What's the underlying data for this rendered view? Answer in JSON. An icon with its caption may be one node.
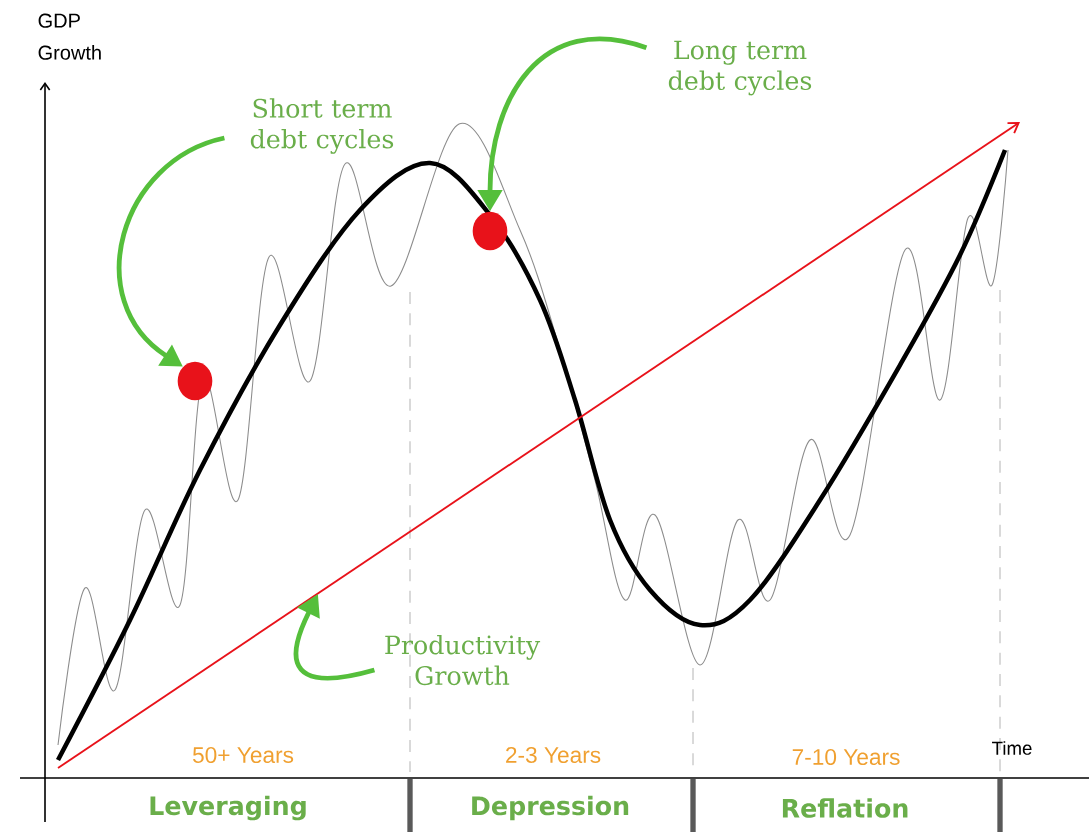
{
  "diagram": {
    "nodes": [
      {
        "text": [
          "Short term debt cycles"
        ]
      },
      {
        "text": [],
        "shape": "circle"
      },
      {
        "text": [
          "Long term debt cycles"
        ]
      },
      {
        "text": [],
        "shape": "circle"
      },
      {
        "text": [
          "Productivity Growth"
        ]
      }
    ],
    "edges": [
      {
        "from": 0,
        "to": 1,
        "arrow": "to"
      },
      {
        "from": 2,
        "to": 3,
        "arrow": "to"
      },
      {
        "from": 4,
        "to": null,
        "arrow": "to"
      }
    ],
    "labels": [
      "GDP Growth",
      "Time",
      "50+ Years",
      "2-3 Years",
      "7-10 Years",
      "Leveraging",
      "Depression",
      "Reflation"
    ]
  }
}
